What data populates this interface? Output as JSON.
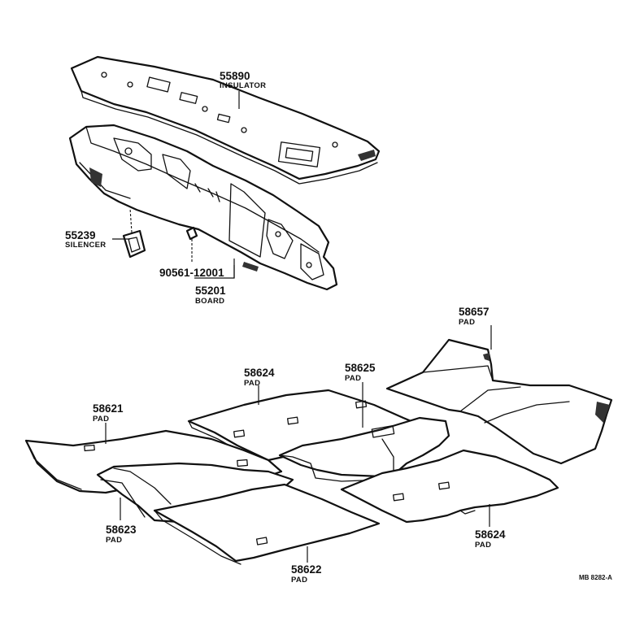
{
  "callouts": [
    {
      "id": "insulator",
      "number": "55890",
      "name": "INSULATOR"
    },
    {
      "id": "silencer",
      "number": "55239",
      "name": "SILENCER"
    },
    {
      "id": "clip",
      "number": "90561-12001",
      "name": ""
    },
    {
      "id": "board",
      "number": "55201",
      "name": "BOARD"
    },
    {
      "id": "pad-58657",
      "number": "58657",
      "name": "PAD"
    },
    {
      "id": "pad-58624-top",
      "number": "58624",
      "name": "PAD"
    },
    {
      "id": "pad-58625",
      "number": "58625",
      "name": "PAD"
    },
    {
      "id": "pad-58621",
      "number": "58621",
      "name": "PAD"
    },
    {
      "id": "pad-58623",
      "number": "58623",
      "name": "PAD"
    },
    {
      "id": "pad-58622",
      "number": "58622",
      "name": "PAD"
    },
    {
      "id": "pad-58624-bottom",
      "number": "58624",
      "name": "PAD"
    }
  ],
  "figure_code": "MB 8282-A"
}
